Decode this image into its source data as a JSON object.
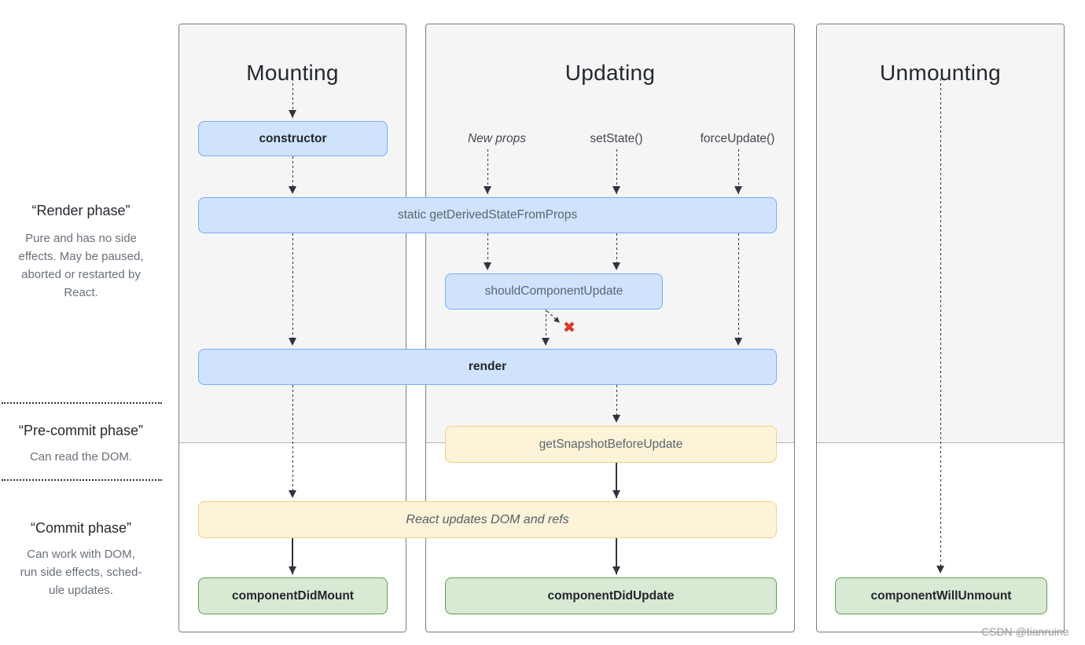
{
  "columns": {
    "mounting": {
      "title": "Mounting"
    },
    "updating": {
      "title": "Updating",
      "triggers": {
        "new_props": "New props",
        "set_state": "setState()",
        "force_update": "forceUpdate()"
      }
    },
    "unmounting": {
      "title": "Unmounting"
    }
  },
  "phases": {
    "render": {
      "title": "“Render phase”",
      "lines": [
        "Pure and has no side",
        "effects. May be paused,",
        "aborted or restarted by",
        "React."
      ]
    },
    "pre_commit": {
      "title": "“Pre-commit phase”",
      "lines": [
        "Can read the DOM."
      ]
    },
    "commit": {
      "title": "“Commit phase”",
      "lines": [
        "Can work with DOM,",
        "run side effects, sched-",
        "ule updates."
      ]
    }
  },
  "boxes": {
    "constructor": "constructor",
    "get_derived_state_from_props": "static getDerivedStateFromProps",
    "should_component_update": "shouldComponentUpdate",
    "render": "render",
    "get_snapshot_before_update": "getSnapshotBeforeUpdate",
    "react_updates": "React updates DOM and refs",
    "component_did_mount": "componentDidMount",
    "component_did_update": "componentDidUpdate",
    "component_will_unmount": "componentWillUnmount"
  },
  "icons": {
    "cancel_x": "✖"
  },
  "colors": {
    "box_blue_fill": "#cfe3fc",
    "box_blue_border": "#79acf4",
    "box_yellow_fill": "#fcf3d8",
    "box_yellow_border": "#eed27d",
    "box_green_fill": "#d9ead4",
    "box_green_border": "#5d9e50",
    "panel_gray_fill": "#f5f5f6",
    "panel_border": "#7d7d7d",
    "arrow": "#2e3440",
    "cancel_x": "#da3b26"
  },
  "watermark": "CSDN @tianruine"
}
